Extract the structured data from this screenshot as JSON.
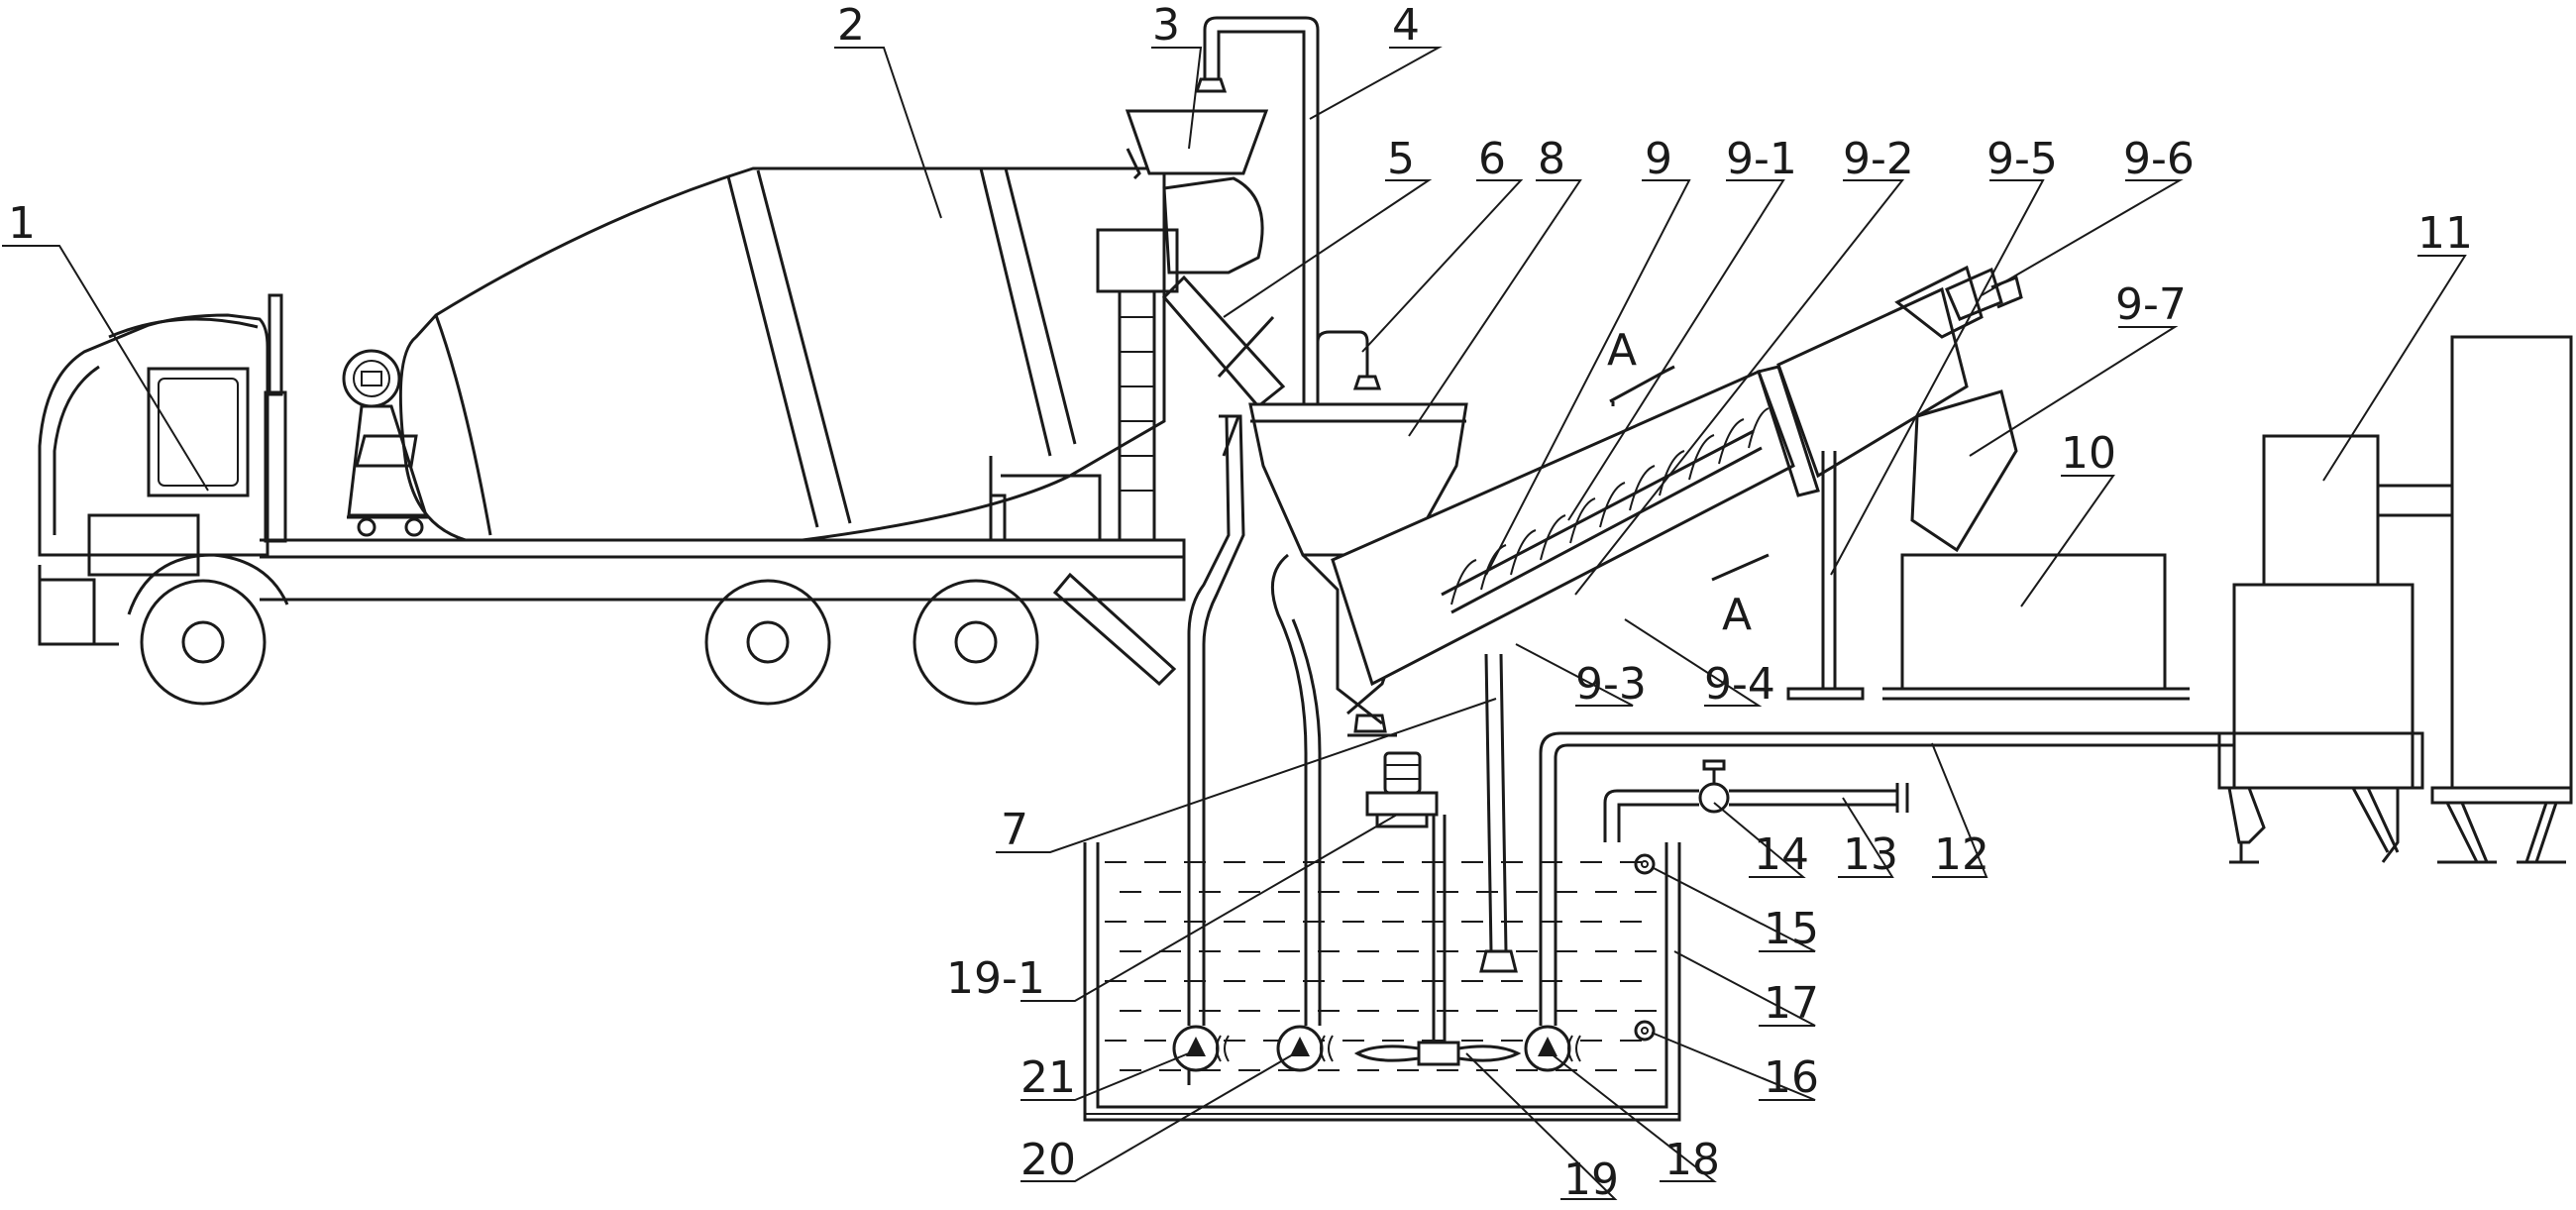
{
  "labels": {
    "l1": "1",
    "l2": "2",
    "l3": "3",
    "l4": "4",
    "l5": "5",
    "l6": "6",
    "l7": "7",
    "l8": "8",
    "l9": "9",
    "l9_1": "9-1",
    "l9_2": "9-2",
    "l9_3": "9-3",
    "l9_4": "9-4",
    "l9_5": "9-5",
    "l9_6": "9-6",
    "l9_7": "9-7",
    "l10": "10",
    "l11": "11",
    "l12": "12",
    "l13": "13",
    "l14": "14",
    "l15": "15",
    "l16": "16",
    "l17": "17",
    "l18": "18",
    "l19": "19",
    "l19_1": "19-1",
    "l20": "20",
    "l21": "21"
  },
  "section_marks": {
    "a_top": "A",
    "a_bottom": "A"
  }
}
